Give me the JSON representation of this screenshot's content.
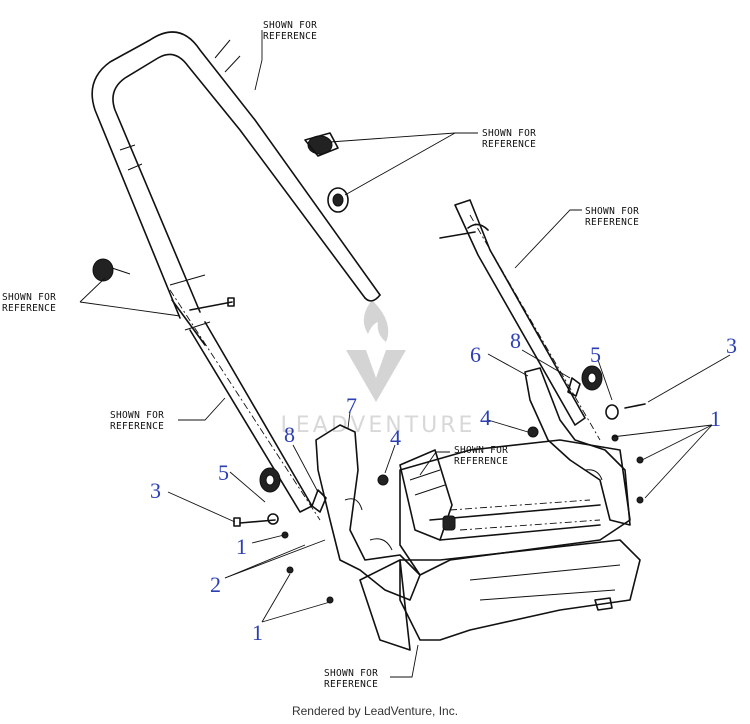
{
  "reference_note": "SHOWN FOR REFERENCE",
  "watermark": "LEADVENTURE",
  "callouts": {
    "n1a": "1",
    "n1b": "1",
    "n1c": "1",
    "n2": "2",
    "n3a": "3",
    "n3b": "3",
    "n4a": "4",
    "n4b": "4",
    "n5a": "5",
    "n5b": "5",
    "n6": "6",
    "n7": "7",
    "n8a": "8",
    "n8b": "8"
  },
  "footer": "Rendered by LeadVenture, Inc."
}
